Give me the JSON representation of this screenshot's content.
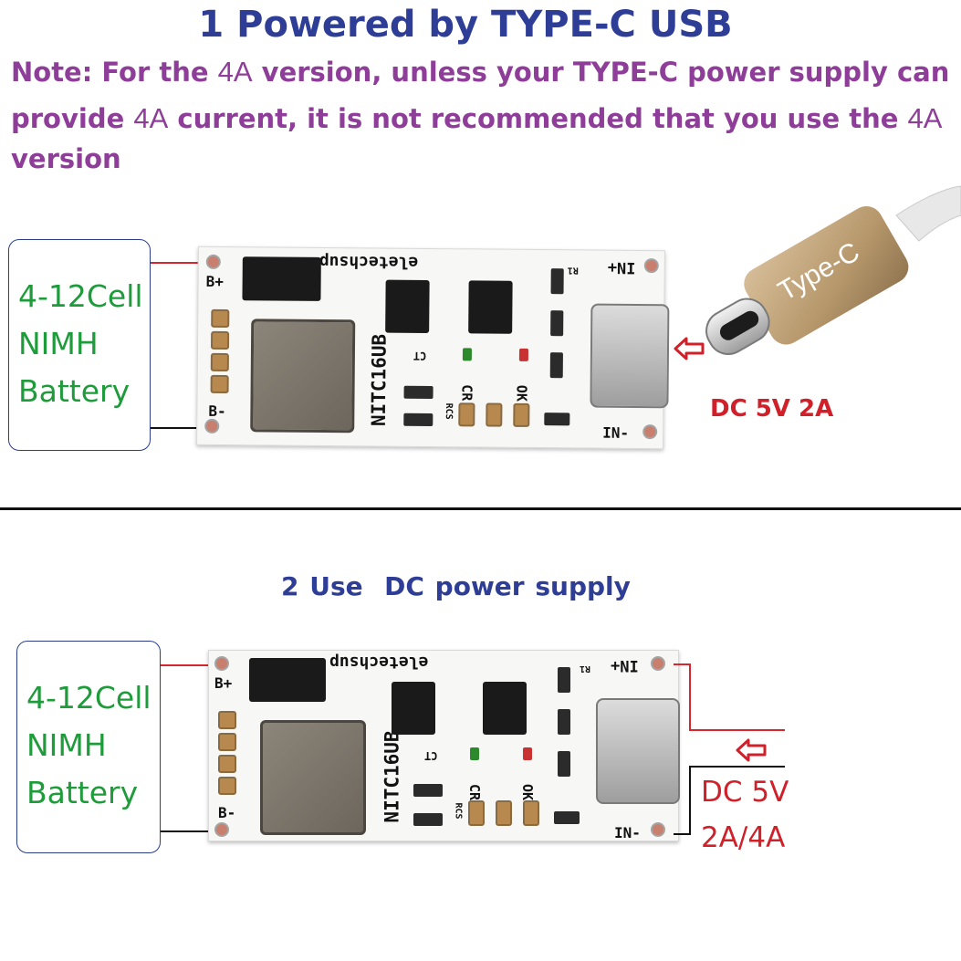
{
  "section1": {
    "title": "1 Powered by TYPE-C USB",
    "title_color": "#2e3d96",
    "note_color": "#8e3e98",
    "note_line1_pre": "Note: For the ",
    "note_amp": "4A",
    "note_line1_post": " version, unless your TYPE-C power supply can",
    "note_line2_pre": "provide ",
    "note_line2_mid": " current, it is not recommended that you use the ",
    "note_line3": "version",
    "battery_line1": "4-12Cell",
    "battery_line2": "NIMH",
    "battery_line3": "Battery",
    "battery_color": "#1e9b3a",
    "plug_label": "Type-C",
    "supply_label": "DC 5V 2A",
    "supply_color": "#d0202a"
  },
  "section2": {
    "title_pre": "2 Use",
    "title_post": "DC power supply",
    "title_color": "#2e3d96",
    "battery_line1": "4-12Cell",
    "battery_line2": "NIMH",
    "battery_line3": "Battery",
    "supply_line1": "DC 5V",
    "supply_line2": "2A/4A",
    "supply_color": "#d0202a"
  },
  "board": {
    "brand": "eletechsup",
    "model": "NITC16UB",
    "b_plus": "B+",
    "b_minus": "B-",
    "in_plus": "IN+",
    "in_minus": "IN-",
    "cr": "CR",
    "ok": "OK",
    "ct": "CT",
    "rcs": "RCS",
    "r1": "R1"
  }
}
